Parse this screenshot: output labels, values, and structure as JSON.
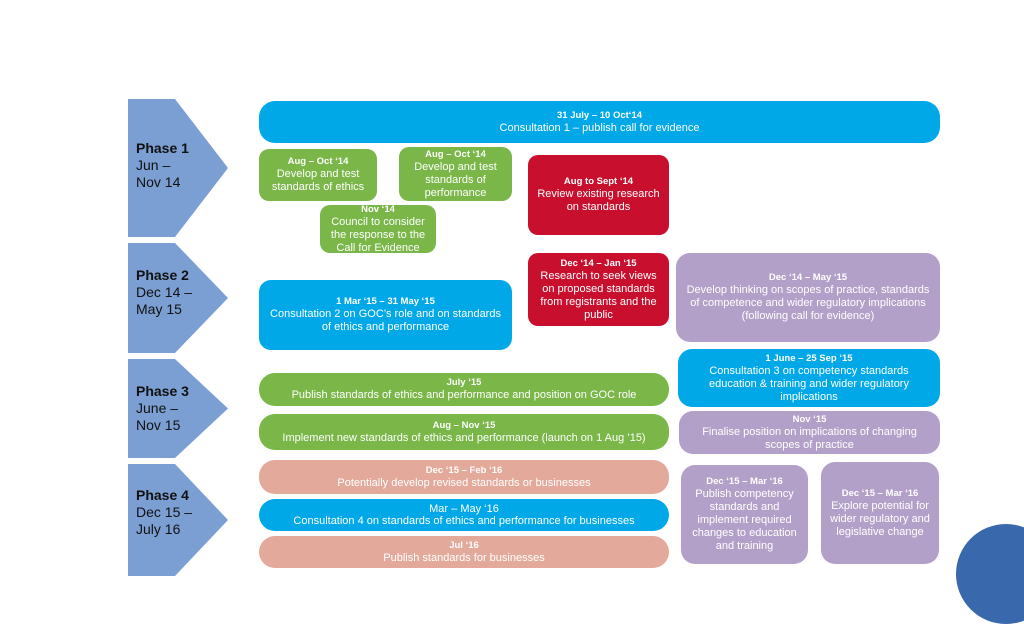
{
  "phases": [
    {
      "title": "Phase 1",
      "l1": "Jun –",
      "l2": "Nov 14"
    },
    {
      "title": "Phase 2",
      "l1": "Dec 14 –",
      "l2": "May 15"
    },
    {
      "title": "Phase 3",
      "l1": "June –",
      "l2": "Nov 15"
    },
    {
      "title": "Phase 4",
      "l1": "Dec 15 –",
      "l2": "July 16"
    }
  ],
  "boxes": {
    "c1": {
      "date": "31 July – 10 Oct‘14",
      "text": "Consultation 1 – publish call for evidence"
    },
    "ethics": {
      "date": "Aug – Oct ‘14",
      "text": "Develop and test standards of ethics"
    },
    "performance": {
      "date": "Aug – Oct ‘14",
      "text": "Develop and test standards of performance"
    },
    "council": {
      "date": "Nov ‘14",
      "text": "Council to consider the response to the Call for Evidence"
    },
    "review": {
      "date": "Aug to Sept ‘14",
      "text": "Review existing research on standards"
    },
    "research": {
      "date": "Dec ‘14 – Jan ‘15",
      "text": "Research to seek views on proposed standards from registrants and the public"
    },
    "scopes": {
      "date": "Dec ‘14 – May ‘15",
      "text": "Develop thinking on scopes of practice, standards of competence and wider regulatory implications (following call for evidence)"
    },
    "c2": {
      "date": "1 Mar ‘15 – 31 May ‘15",
      "text": "Consultation 2 on GOC’s role and on standards of ethics and performance"
    },
    "c3": {
      "date": "1 June – 25 Sep ‘15",
      "text": "Consultation 3 on competency standards education & training and wider regulatory implications"
    },
    "publish": {
      "date": "July ‘15",
      "text": "Publish standards of ethics and performance and position on GOC role"
    },
    "finalise": {
      "date": "Nov ‘15",
      "text": "Finalise position on implications of changing scopes of practice"
    },
    "implement": {
      "date": "Aug – Nov ‘15",
      "text": "Implement new standards of ethics and performance (launch on 1 Aug ’15)"
    },
    "revised": {
      "date": "Dec ‘15 – Feb ‘16",
      "text": "Potentially develop revised standards or businesses"
    },
    "c4": {
      "date": "Mar – May ‘16",
      "text": "Consultation 4 on standards of ethics and performance for businesses"
    },
    "pubbiz": {
      "date": "Jul ‘16",
      "text": "Publish standards for businesses"
    },
    "competency": {
      "date": "Dec ‘15 – Mar ‘16",
      "text": "Publish competency standards and implement required changes to education and training"
    },
    "explore": {
      "date": "Dec ‘15 – Mar ‘16",
      "text": "Explore potential for wider regulatory and legislative change"
    }
  }
}
